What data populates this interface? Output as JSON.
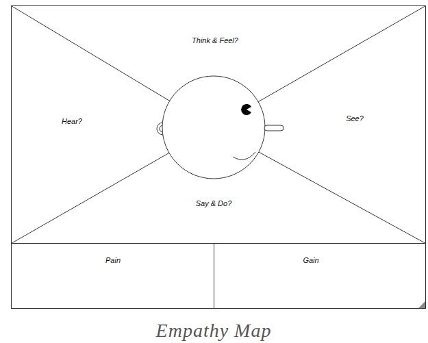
{
  "diagram": {
    "caption": "Empathy Map",
    "nodes": [
      {
        "text": [
          "Think & Feel?"
        ]
      },
      {
        "text": [
          "Hear?"
        ]
      },
      {
        "text": [
          "See?"
        ]
      },
      {
        "text": [
          "Say & Do?"
        ]
      },
      {
        "text": [
          "Pain"
        ]
      },
      {
        "text": [
          "Gain"
        ]
      }
    ]
  }
}
